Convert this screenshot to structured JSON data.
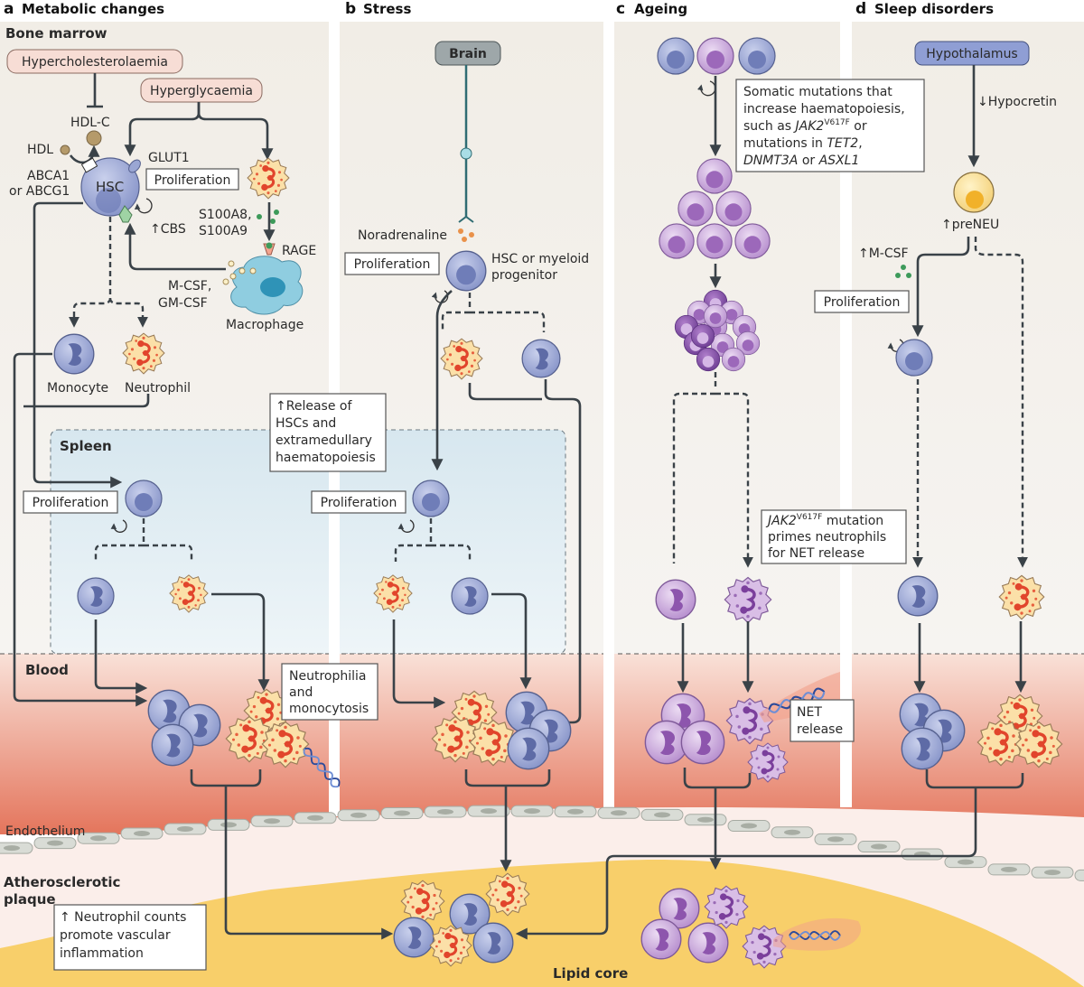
{
  "panels": [
    {
      "letter": "a",
      "title": "Metabolic changes"
    },
    {
      "letter": "b",
      "title": "Stress"
    },
    {
      "letter": "c",
      "title": "Ageing"
    },
    {
      "letter": "d",
      "title": "Sleep disorders"
    }
  ],
  "compartments": {
    "bone_marrow": "Bone marrow",
    "spleen": "Spleen",
    "blood": "Blood",
    "endothelium": "Endothelium",
    "plaque_line1": "Atherosclerotic",
    "plaque_line2": "plaque",
    "lipid_core": "Lipid core"
  },
  "panel_a": {
    "hypercholesterolaemia": "Hypercholesterolaemia",
    "hyperglycaemia": "Hyperglycaemia",
    "hdl_c": "HDL-C",
    "hdl": "HDL",
    "abca1_line1": "ABCA1",
    "abca1_line2": "or ABCG1",
    "hsc": "HSC",
    "glut1": "GLUT1",
    "proliferation": "Proliferation",
    "cbs": "↑CBS",
    "s100_line1": "S100A8,",
    "s100_line2": "S100A9",
    "rage": "RAGE",
    "mcsf_line1": "M-CSF,",
    "mcsf_line2": "GM-CSF",
    "macrophage": "Macrophage",
    "monocyte": "Monocyte",
    "neutrophil": "Neutrophil",
    "spleen_proliferation": "Proliferation",
    "blood_callout_line1": "Neutrophilia",
    "blood_callout_line2": "and",
    "blood_callout_line3": "monocytosis",
    "plaque_callout_line1": "↑ Neutrophil counts",
    "plaque_callout_line2": "promote vascular",
    "plaque_callout_line3": "inflammation"
  },
  "panel_b": {
    "brain": "Brain",
    "noradrenaline": "Noradrenaline",
    "proliferation": "Proliferation",
    "hsc_line1": "HSC or myeloid",
    "hsc_line2": "progenitor",
    "release_line1": "↑Release of",
    "release_line2": "HSCs and",
    "release_line3": "extramedullary",
    "release_line4": "haematopoiesis",
    "spleen_proliferation": "Proliferation"
  },
  "panel_c": {
    "somatic_line1": "Somatic mutations that",
    "somatic_line2": "increase haematopoiesis,",
    "somatic_line3_pre": "such as ",
    "somatic_line3_gene": "JAK2",
    "somatic_line3_sup": "V617F",
    "somatic_line3_post": " or",
    "somatic_line4_pre": "mutations in ",
    "somatic_line4_gene": "TET2",
    "somatic_line4_post": ",",
    "somatic_line5_gene1": "DNMT3A",
    "somatic_line5_mid": " or ",
    "somatic_line5_gene2": "ASXL1",
    "jak2_gene": "JAK2",
    "jak2_sup": "V617F",
    "jak2_line1_post": " mutation",
    "jak2_line2": "primes neutrophils",
    "jak2_line3": "for NET release",
    "net_line1": "NET",
    "net_line2": "release"
  },
  "panel_d": {
    "hypothalamus": "Hypothalamus",
    "hypocretin": "↓Hypocretin",
    "preneu": "↑preNEU",
    "mcsf": "↑M-CSF",
    "proliferation": "Proliferation"
  },
  "colors": {
    "bone_marrow_bg": "#f1ede6",
    "spleen_bg": "#d9e8ef",
    "blood_top": "#f8dcd3",
    "blood_bottom": "#e57a63",
    "plaque": "#f8cf6a",
    "monocyte": "#9aa6d3",
    "neutrophil": "#f9dca0",
    "neutrophil_nucleus": "#e1452c",
    "clone": "#c9a6d9",
    "macrophage": "#8fcde0",
    "preneu": "#f7d36a",
    "hyper_box": "#f7ddd5",
    "hypothalamus_box": "#8f9ed4",
    "brain_box": "#9ea7a9",
    "arrow": "#3a4248"
  }
}
